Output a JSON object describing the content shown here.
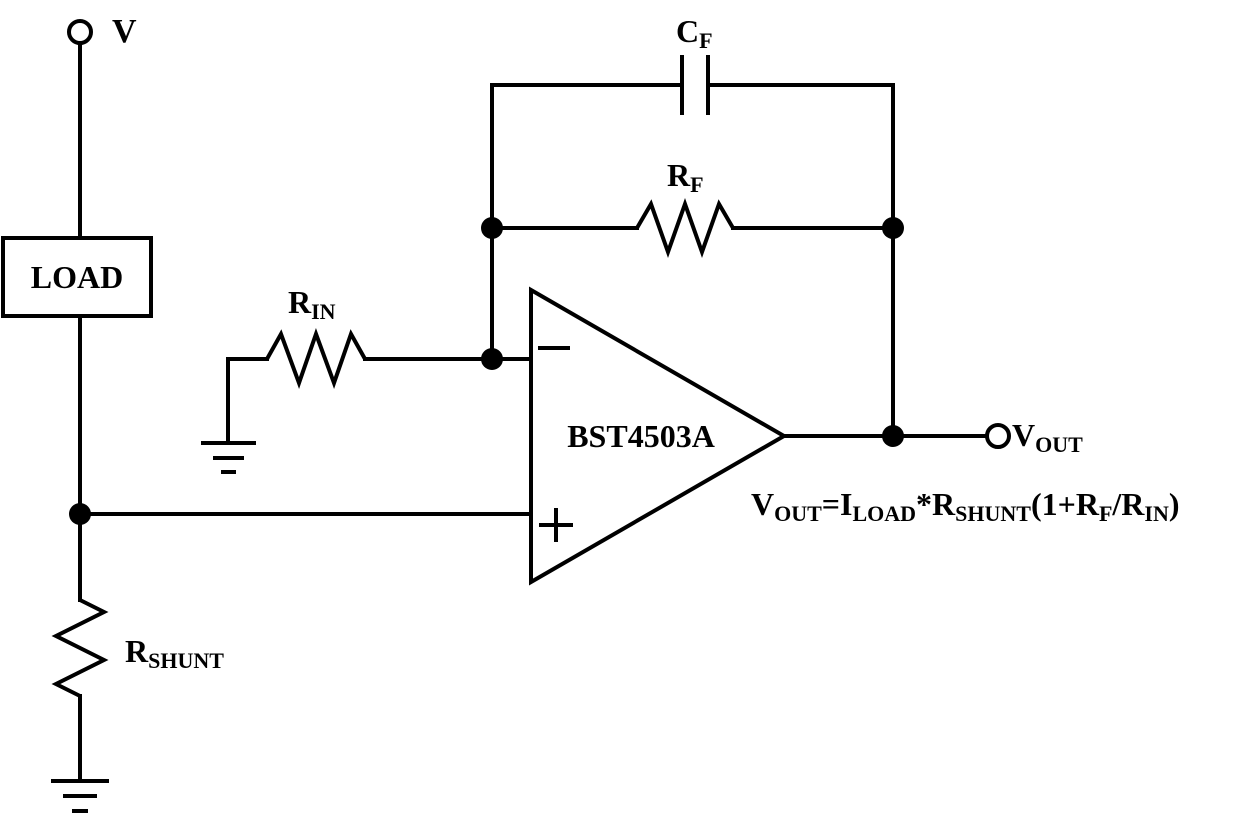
{
  "labels": {
    "v_supply": "V",
    "load": "LOAD",
    "cf": {
      "main": "C",
      "sub": "F"
    },
    "rf": {
      "main": "R",
      "sub": "F"
    },
    "rin": {
      "main": "R",
      "sub": "IN"
    },
    "rshunt": {
      "main": "R",
      "sub": "SHUNT"
    },
    "vout": {
      "main": "V",
      "sub": "OUT"
    },
    "opamp": "BST4503A",
    "minus_sign": "−",
    "plus_sign": "+"
  },
  "formula": {
    "v": "V",
    "v_sub": "OUT",
    "eq_i": "=I",
    "i_sub": "LOAD",
    "star_r": "*R",
    "r_sub": "SHUNT",
    "paren_r": "(1+R",
    "rf_sub": "F",
    "slash_r": "/R",
    "rin_sub": "IN",
    "close": ")"
  },
  "colors": {
    "ink": "#000000",
    "background": "#ffffff"
  }
}
